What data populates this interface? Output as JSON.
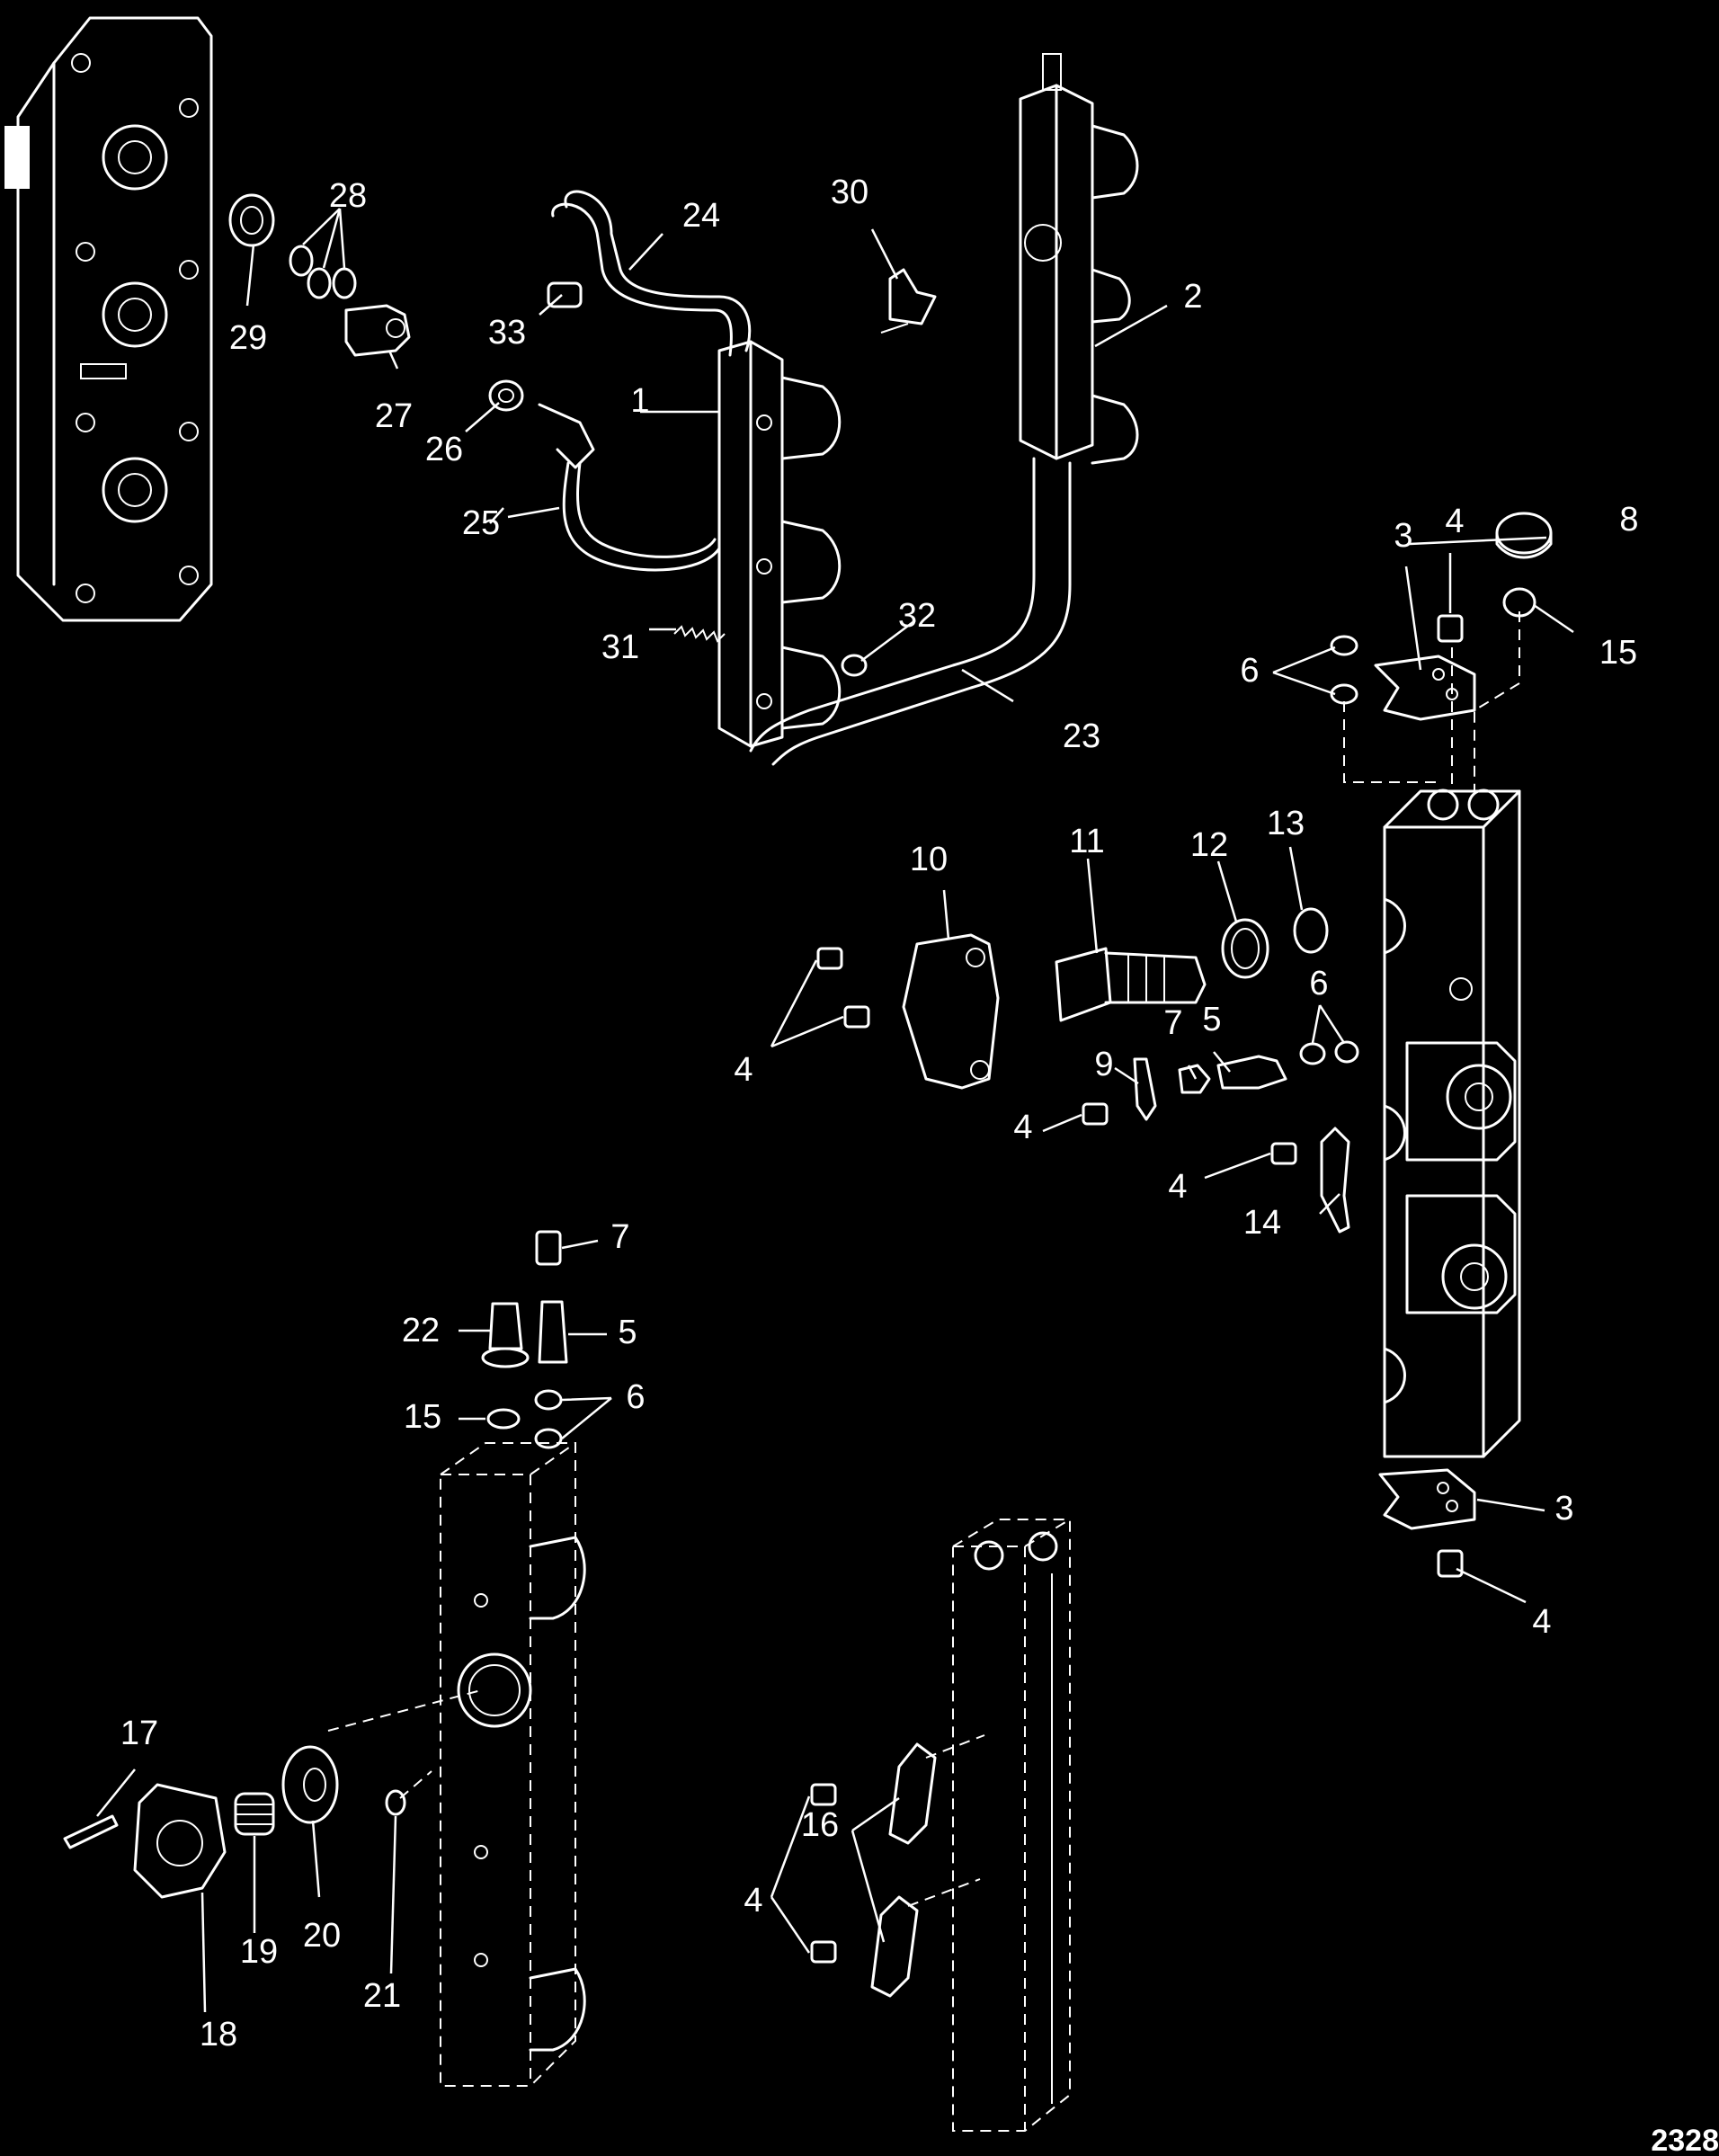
{
  "figure_reference": "2328",
  "callouts": {
    "c1": "1",
    "c2": "2",
    "c3a": "3",
    "c3b": "3",
    "c4a": "4",
    "c4b": "4",
    "c4c": "4",
    "c4d": "4",
    "c4e": "4",
    "c4f": "4",
    "c5a": "5",
    "c5b": "5",
    "c6a": "6",
    "c6b": "6",
    "c6c": "6",
    "c7a": "7",
    "c7b": "7",
    "c8": "8",
    "c9": "9",
    "c10": "10",
    "c11": "11",
    "c12": "12",
    "c13": "13",
    "c14": "14",
    "c15a": "15",
    "c15b": "15",
    "c16": "16",
    "c17": "17",
    "c18": "18",
    "c19": "19",
    "c20": "20",
    "c21": "21",
    "c22": "22",
    "c23": "23",
    "c24": "24",
    "c25": "25",
    "c26": "26",
    "c27": "27",
    "c28": "28",
    "c29": "29",
    "c30": "30",
    "c31": "31",
    "c32": "32",
    "c33": "33"
  }
}
